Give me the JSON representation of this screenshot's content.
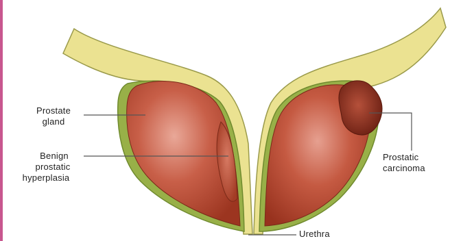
{
  "labels": {
    "prostate_gland": [
      "Prostate",
      "gland"
    ],
    "bph": [
      "Benign",
      "prostatic",
      "hyperplasia"
    ],
    "carcinoma": [
      "Prostatic",
      "carcinoma"
    ],
    "urethra": "Urethra"
  },
  "colors": {
    "bladder_wall": "#ebe291",
    "capsule": "#98b048",
    "gland": "#bb4a32",
    "gland_highlight": "#e49a84",
    "tumor": "#8a2f1e",
    "leader_line": "#555555",
    "edge_bar": "#c8578f"
  }
}
